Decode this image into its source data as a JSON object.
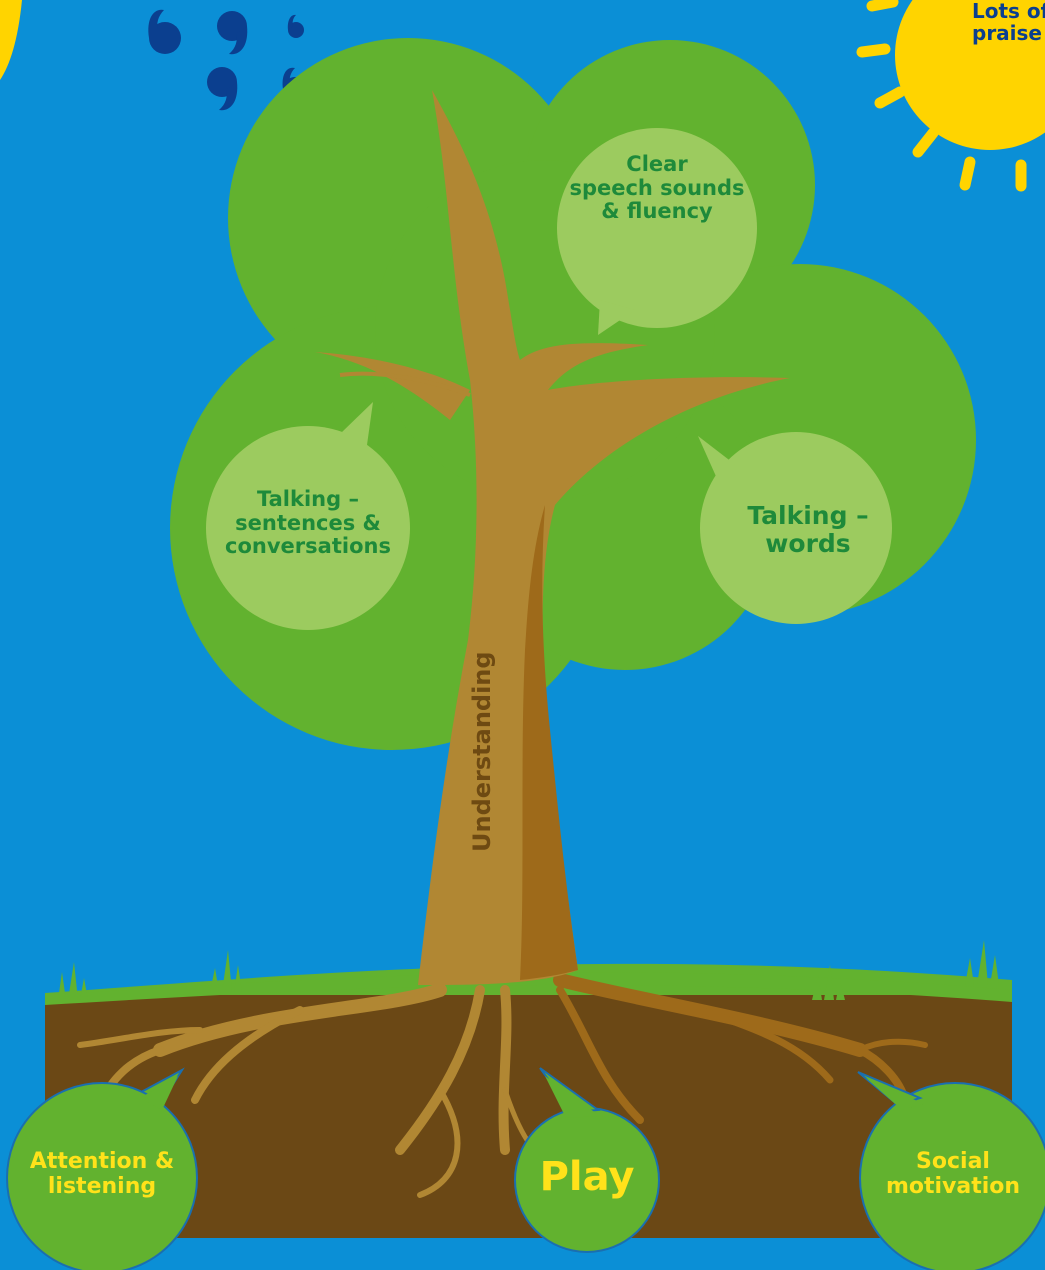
{
  "sun": {
    "text": "Lots of\npraise"
  },
  "trunk": {
    "label": "Understanding"
  },
  "branches": [
    {
      "id": "speech",
      "label": "Clear\nspeech sounds\n& fluency"
    },
    {
      "id": "sentences",
      "label": "Talking –\nsentences &\nconversations"
    },
    {
      "id": "words",
      "label": "Talking –\nwords"
    }
  ],
  "roots": [
    {
      "id": "attention",
      "label": "Attention &\nlistening"
    },
    {
      "id": "play",
      "label": "Play"
    },
    {
      "id": "social",
      "label": "Social\nmotivation"
    }
  ],
  "colors": {
    "sky": "#0b8fd6",
    "canopy": "#62b22f",
    "bubble": "#9ccb5f",
    "trunk": "#b18733",
    "trunk_shadow": "#9e6a1a",
    "soil": "#6b4815",
    "grass": "#62b22f",
    "sun": "#ffd400",
    "quote_marks": "#0b3f8f",
    "root_bubble_text": "#ffe21a",
    "bubble_text": "#1e8a3a"
  }
}
